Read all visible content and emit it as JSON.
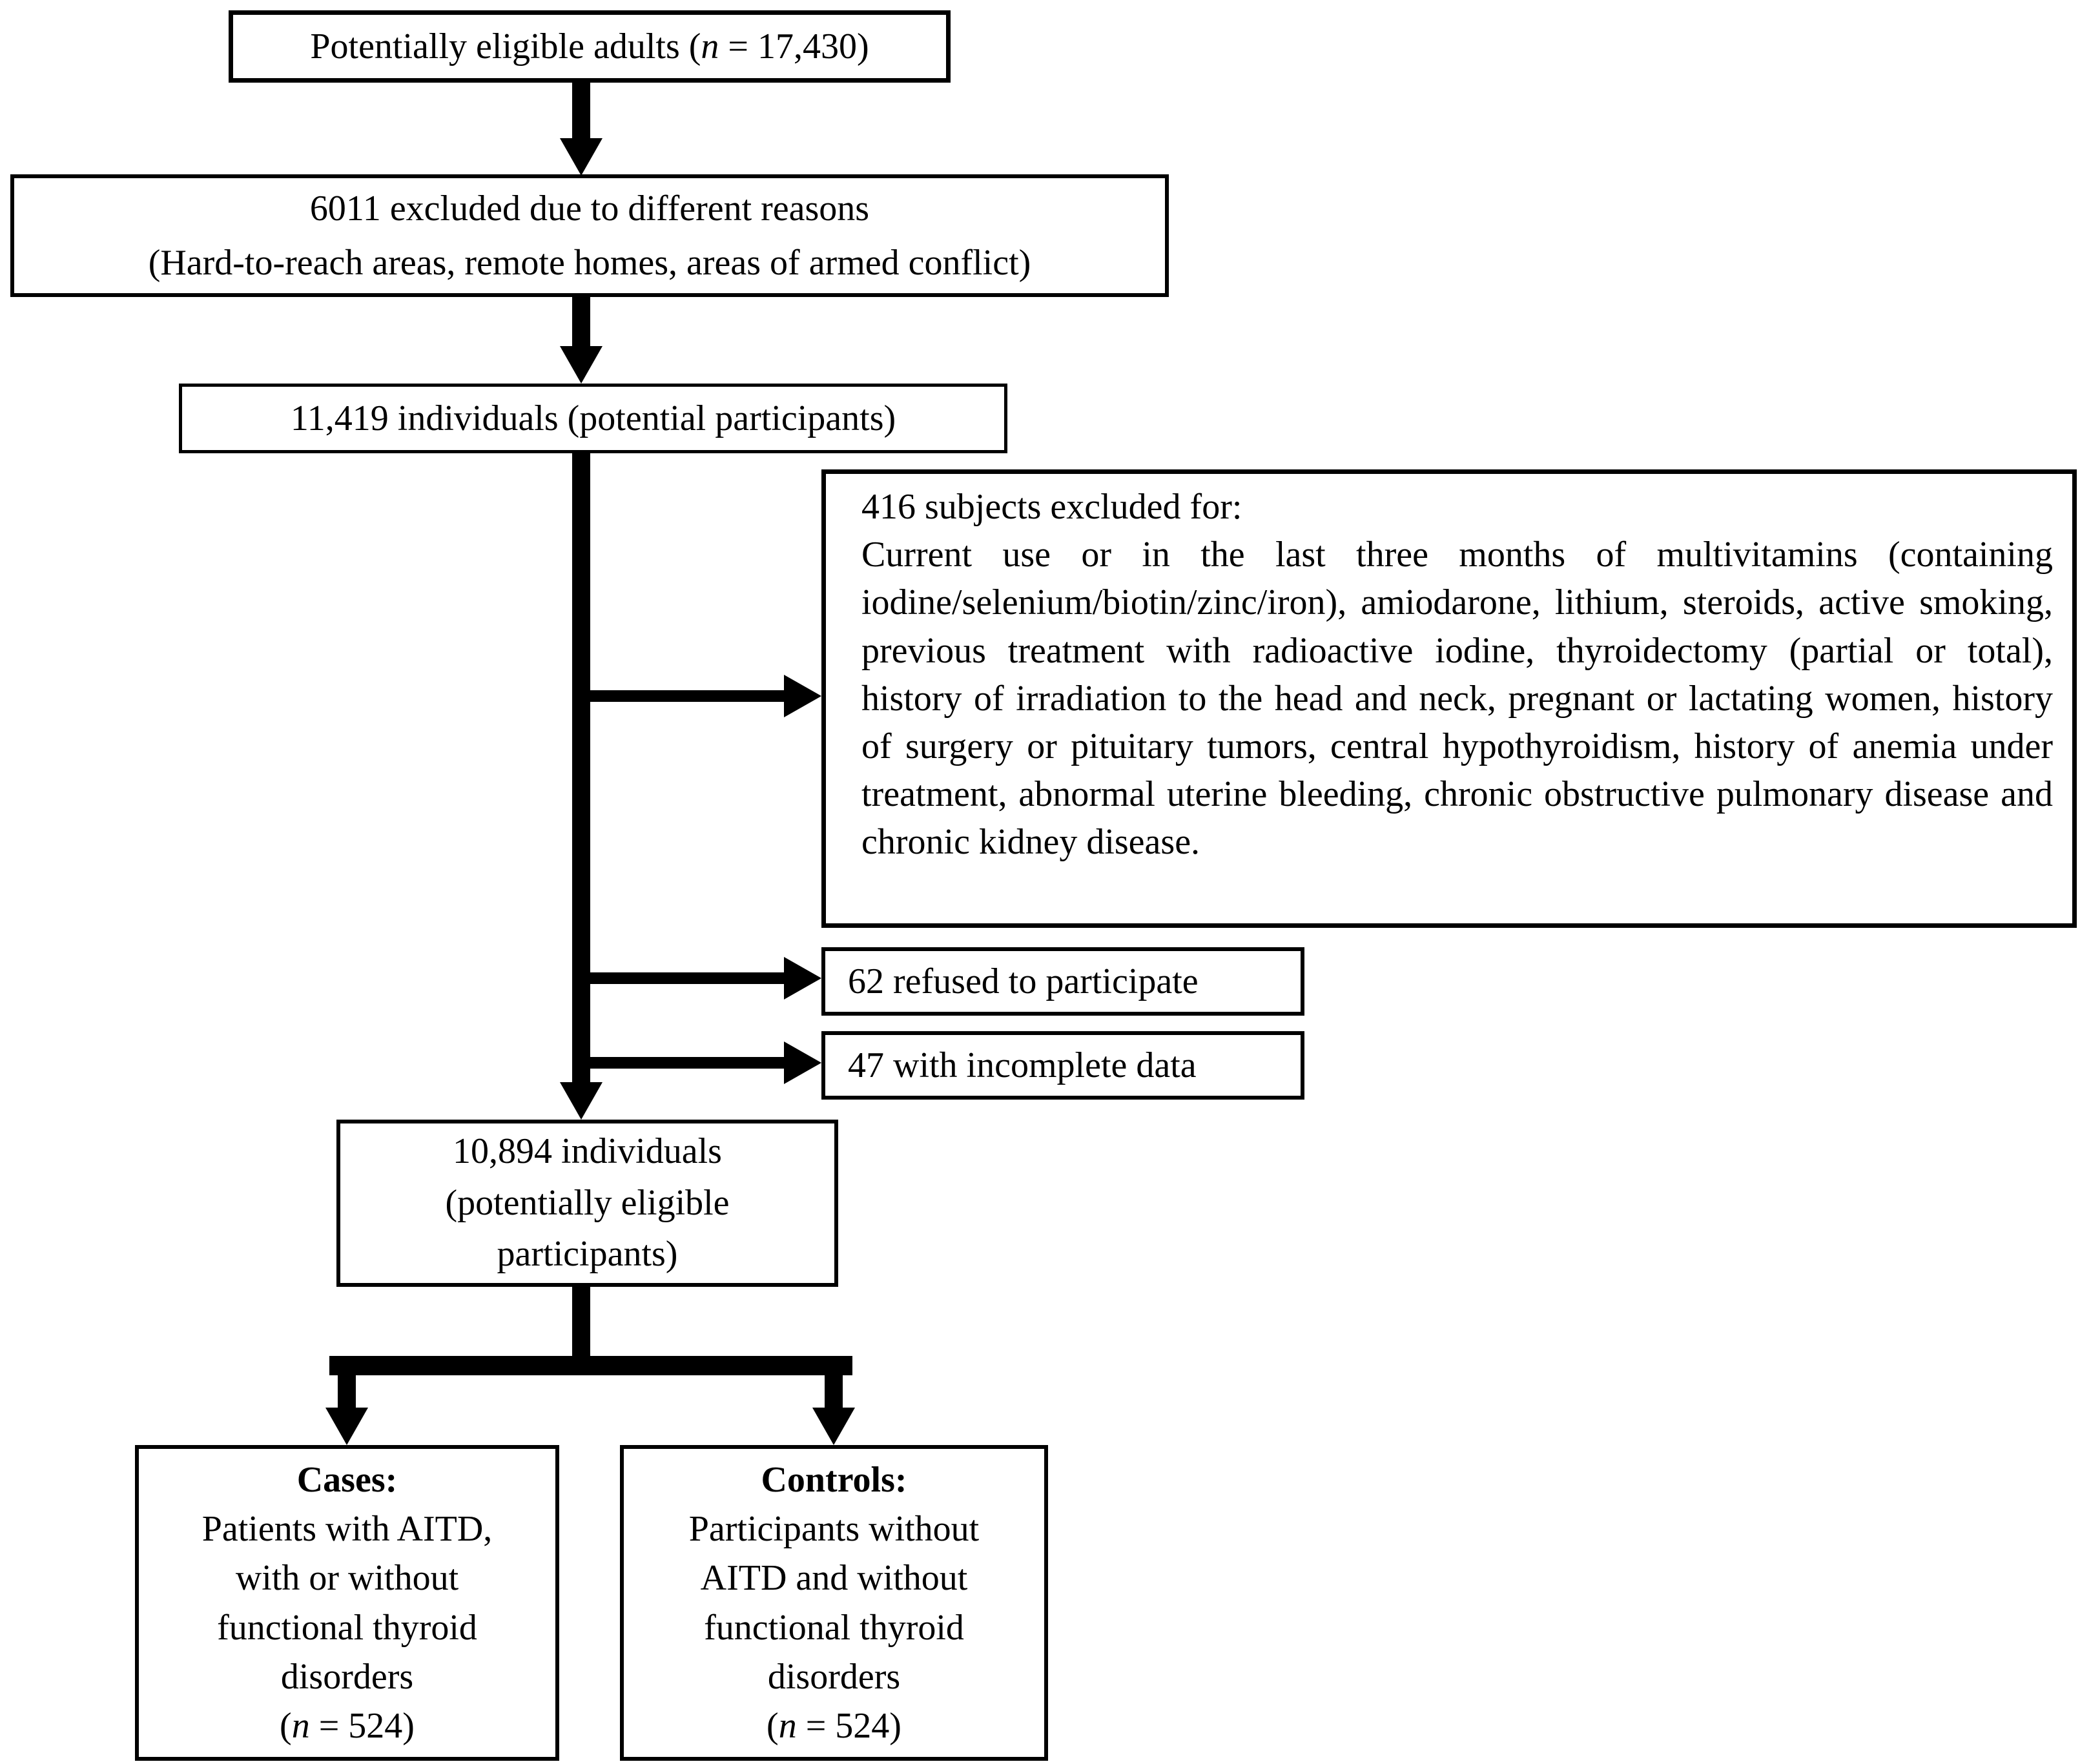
{
  "flowchart": {
    "box_eligible": {
      "text_before": "Potentially eligible adults (",
      "n_symbol": "n",
      "text_after": " = 17,430)"
    },
    "box_excluded_6011": {
      "line1": "6011 excluded due to different reasons",
      "line2": "(Hard-to-reach areas, remote homes, areas of armed conflict)"
    },
    "box_individuals_11419": {
      "label": "11,419 individuals (potential participants)"
    },
    "box_excluded_416": {
      "heading": "416 subjects excluded for:",
      "body": "Current use or in the last three months of multivitamins (containing iodine/selenium/biotin/zinc/iron), amiodarone, lithium, steroids, active smoking, previous treatment with radioactive iodine, thyroidectomy (partial or total), history of irradiation to the head and neck, pregnant or lactating women, history of surgery or pituitary tumors, central hypothyroidism, history of anemia under treatment, abnormal uterine bleeding, chronic obstructive pulmonary disease and chronic kidney disease."
    },
    "box_refused": {
      "label": "62 refused to participate"
    },
    "box_incomplete": {
      "label": "47 with incomplete data"
    },
    "box_individuals_10894": {
      "line1": "10,894 individuals",
      "line2": "(potentially eligible",
      "line3": "participants)"
    },
    "box_cases": {
      "title": "Cases:",
      "line1": "Patients with AITD,",
      "line2": "with or without",
      "line3": "functional thyroid",
      "line4": "disorders",
      "n_before": "(",
      "n_symbol": "n",
      "n_after": " = 524)"
    },
    "box_controls": {
      "title": "Controls:",
      "line1": "Participants without",
      "line2": "AITD and without",
      "line3": "functional thyroid",
      "line4": "disorders",
      "n_before": "(",
      "n_symbol": "n",
      "n_after": " = 524)"
    }
  },
  "colors": {
    "line_color": "#000000",
    "background": "#ffffff"
  }
}
